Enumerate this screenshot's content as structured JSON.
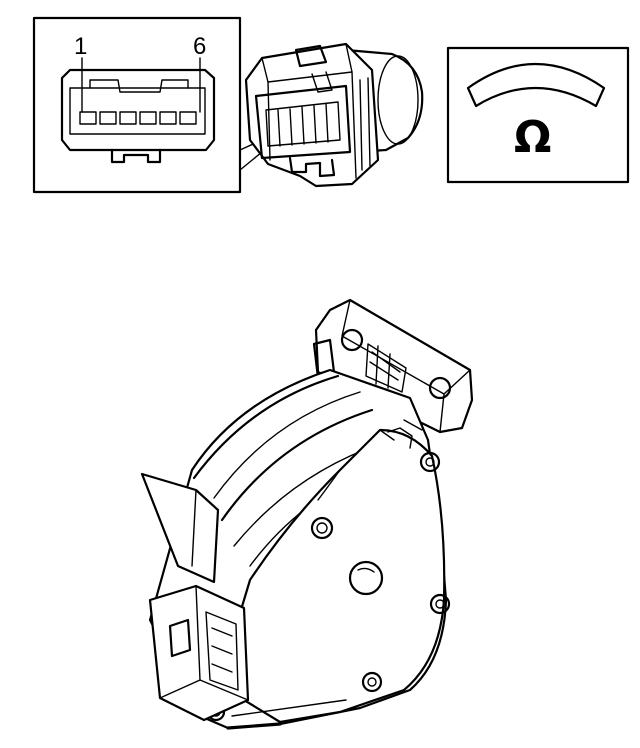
{
  "connector_inset": {
    "pin_first_label": "1",
    "pin_last_label": "6"
  },
  "meter_inset": {
    "unit_symbol": "Ω",
    "icon": "ohmmeter-icon"
  },
  "main_illustration": {
    "icon": "actuator-motor-icon"
  }
}
